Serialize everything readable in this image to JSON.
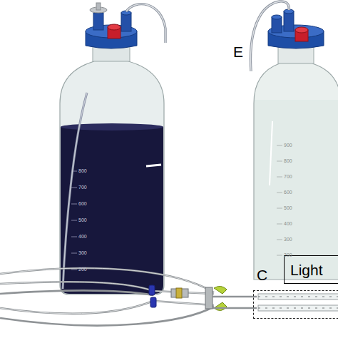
{
  "diagram": {
    "nodes": [
      {
        "text": [
          "Light"
        ]
      },
      {
        "text": [
          "C"
        ]
      }
    ],
    "labels": [
      "E",
      "800",
      "700",
      "600",
      "500",
      "400",
      "300",
      "200",
      "900",
      "800",
      "700",
      "600",
      "500",
      "400",
      "300",
      "200"
    ]
  }
}
